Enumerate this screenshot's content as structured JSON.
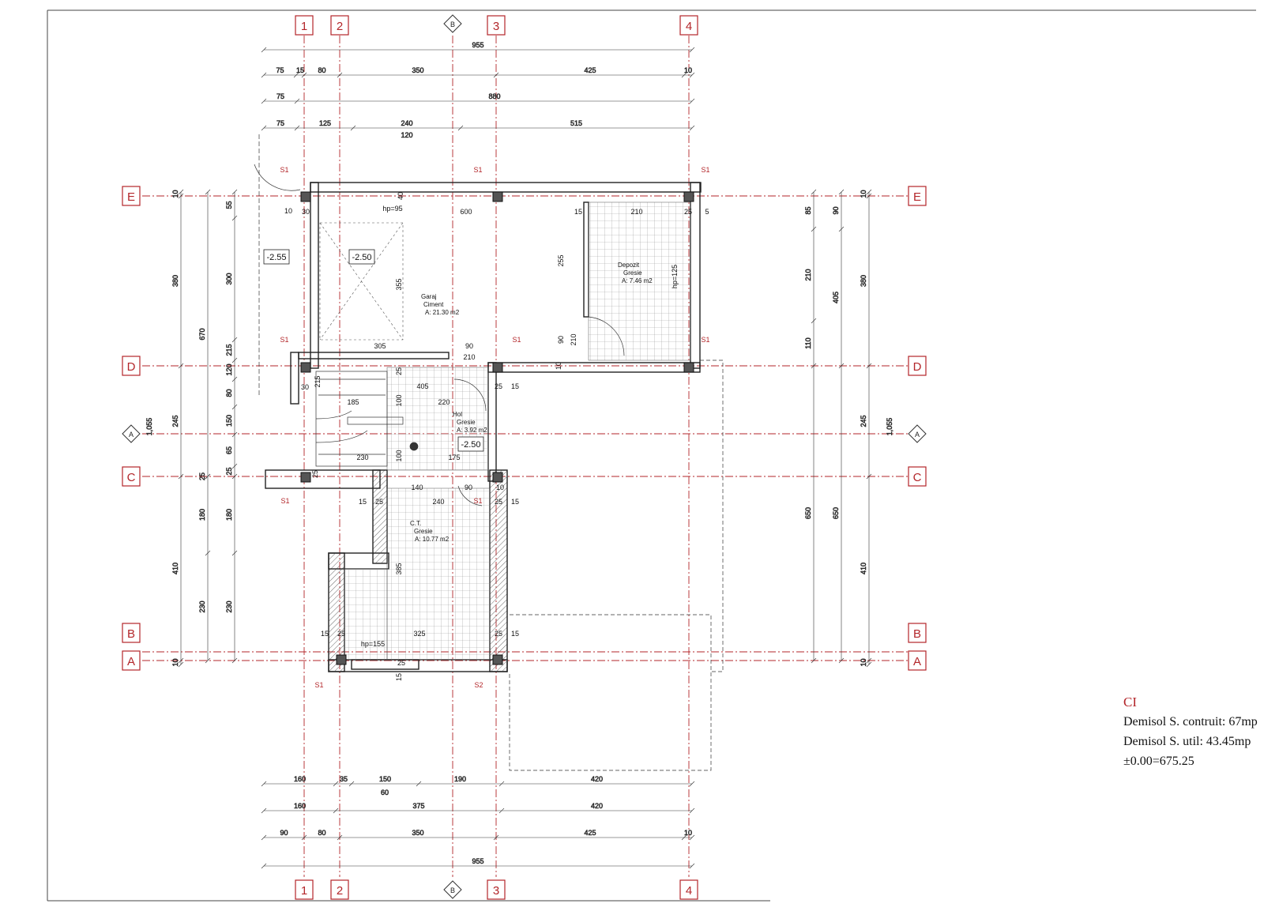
{
  "grid_axes": {
    "numbered": [
      "1",
      "2",
      "3",
      "4"
    ],
    "lettered": [
      "E",
      "D",
      "C",
      "B",
      "A"
    ],
    "center_marks": {
      "vertical": "B",
      "horizontal": "A"
    }
  },
  "dimensions": {
    "top_row1": [
      "75",
      "15",
      "80",
      "350",
      "425",
      "10"
    ],
    "top_total": "955",
    "top_row2": [
      "75",
      "880"
    ],
    "top_row3": [
      "75",
      "125",
      "240",
      "515"
    ],
    "top_row3_sub": "120",
    "bottom_row1": [
      "160",
      "35",
      "150",
      "190",
      "420"
    ],
    "bottom_row1_sub": "60",
    "bottom_row2": [
      "160",
      "375",
      "420"
    ],
    "bottom_row3": [
      "90",
      "80",
      "350",
      "425",
      "10"
    ],
    "bottom_total": "955",
    "left_outer": [
      "10",
      "380",
      "245",
      "410",
      "10"
    ],
    "left_total": "1,055",
    "left_mid": [
      "670",
      "25",
      "180",
      "230"
    ],
    "left_inner": [
      "55",
      "300",
      "215",
      "120",
      "80",
      "150",
      "65",
      "25",
      "180",
      "230"
    ],
    "right_inner": [
      "85",
      "210",
      "110",
      "650"
    ],
    "right_mid": [
      "90",
      "405",
      "650"
    ],
    "right_outer": [
      "10",
      "380",
      "245",
      "410",
      "10"
    ],
    "right_total": "1,055"
  },
  "interior_dims": {
    "garage": [
      "10",
      "30",
      "hp=95",
      "600",
      "40",
      "355",
      "305",
      "90",
      "210"
    ],
    "storage": [
      "15",
      "210",
      "25",
      "5",
      "255",
      "90",
      "210",
      "hp=125",
      "10"
    ],
    "hall": [
      "30",
      "215",
      "25",
      "405",
      "220",
      "25",
      "15",
      "185",
      "100",
      "230",
      "100",
      "175",
      "25",
      "10",
      "140",
      "90"
    ],
    "boiler": [
      "15",
      "25",
      "240",
      "25",
      "15",
      "385",
      "15",
      "25",
      "325",
      "25",
      "15",
      "hp=155",
      "15",
      "25"
    ]
  },
  "levels": [
    "-2.55",
    "-2.50",
    "-2.50"
  ],
  "rooms": [
    {
      "name": "Garaj",
      "finish": "Ciment",
      "area": "A: 21.30 m2"
    },
    {
      "name": "Depozit",
      "finish": "Gresie",
      "area": "A: 7.46 m2"
    },
    {
      "name": "Hol",
      "finish": "Gresie",
      "area": "A: 3.92 m2"
    },
    {
      "name": "C.T.",
      "finish": "Gresie",
      "area": "A: 10.77 m2"
    }
  ],
  "columns": [
    "S1",
    "S1",
    "S1",
    "S1",
    "S1",
    "S1",
    "S1",
    "S1",
    "S1",
    "S2"
  ],
  "summary": {
    "code": "CI",
    "built_area": "Demisol S. contruit: 67mp",
    "usable_area": "Demisol S. util: 43.45mp",
    "elevation": "±0.00=675.25"
  },
  "colors": {
    "axis_red": "#b3262a",
    "wall": "#222222",
    "tile_grid": "#9a9a9a"
  }
}
